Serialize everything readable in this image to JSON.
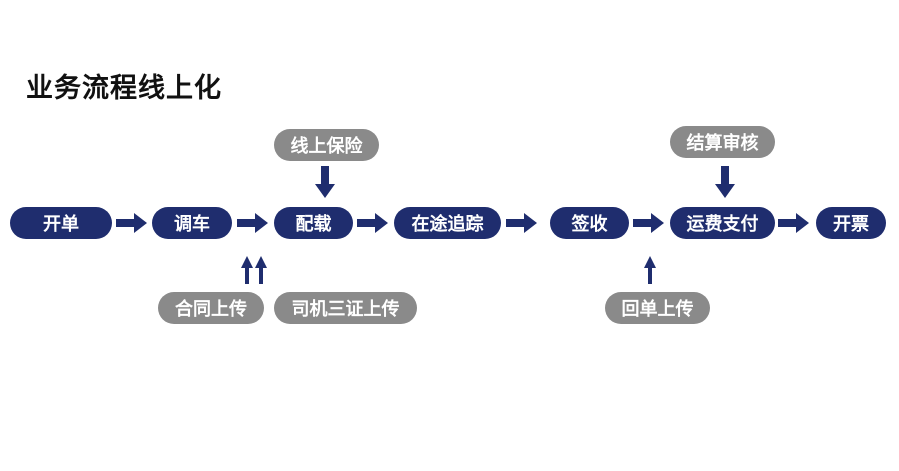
{
  "title": "业务流程线上化",
  "main_flow": [
    "开单",
    "调车",
    "配载",
    "在途追踪",
    "签收",
    "运费支付",
    "开票"
  ],
  "side_nodes": {
    "online_insurance": "线上保险",
    "settlement_audit": "结算审核",
    "contract_upload": "合同上传",
    "driver_docs_upload": "司机三证上传",
    "receipt_upload": "回单上传"
  },
  "colors": {
    "main_node": "#1f2d6e",
    "side_node": "#8a8a8a",
    "arrow": "#1f2d6e"
  }
}
